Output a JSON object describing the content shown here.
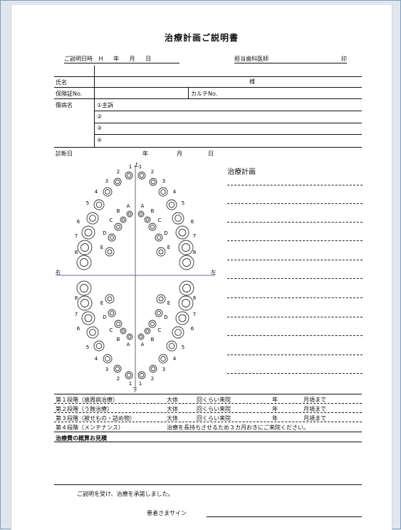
{
  "document": {
    "title": "治療計画ご説明書",
    "header": {
      "date_label": "ご説明日時",
      "era": "H",
      "year_unit": "年",
      "month_unit": "月",
      "day_unit": "日",
      "dentist_label": "担当歯科医師",
      "seal": "印"
    },
    "patient": {
      "name_label": "氏名",
      "honorific": "様",
      "insurance_label": "保険証No.",
      "chart_label": "カルテNo.",
      "disease_label": "傷病名",
      "disease_items": [
        "①主訴",
        "②",
        "③",
        "④"
      ],
      "diagnosis_label": "診断日",
      "year_unit": "年",
      "month_unit": "月",
      "day_unit": "日"
    },
    "chart": {
      "upper": "上",
      "lower": "下",
      "right": "右",
      "left": "左",
      "permanent_numbers": [
        "1",
        "2",
        "3",
        "4",
        "5",
        "6",
        "7",
        "8"
      ],
      "primary_letters": [
        "A",
        "B",
        "C",
        "D",
        "E"
      ]
    },
    "plan_title": "治療計画",
    "stages": [
      {
        "name": "第１段階（歯周病治療）",
        "approx": "大体",
        "visits": "回くらい来院",
        "year": "年",
        "until": "月頃まで"
      },
      {
        "name": "第２段階（う蝕治療）",
        "approx": "大体",
        "visits": "回くらい来院",
        "year": "年",
        "until": "月頃まで"
      },
      {
        "name": "第３段階（被せもの・詰め物）",
        "approx": "大体",
        "visits": "回くらい来院",
        "year": "年",
        "until": "月頃まで"
      },
      {
        "name": "第４段階（メンテナンス）",
        "note": "治療を長持ちさせるため３カ月おきにご来院ください。"
      }
    ],
    "estimate_label": "治療費の概算お見積",
    "consent_text": "ご説明を受け、治療を承諾しました。",
    "signature_label": "患者さまサイン"
  }
}
